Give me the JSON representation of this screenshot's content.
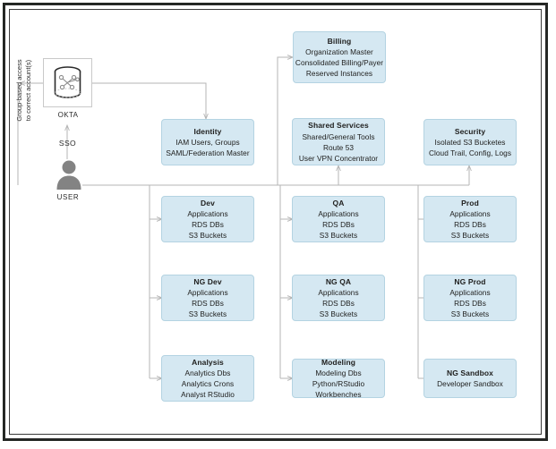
{
  "diagram": {
    "title": "AWS multi-account architecture",
    "colors": {
      "node_fill": "#d5e8f2",
      "node_border": "#b4d3e2",
      "wire": "#b5b5b5",
      "frame": "#2b2b2b",
      "icon_gray": "#808080"
    },
    "left_column": {
      "okta_icon": "database-network-icon",
      "okta_label": "OKTA",
      "sso_label": "SSO",
      "user_icon": "person-icon",
      "user_label": "USER",
      "side_note_line1": "Group-based access",
      "side_note_line2": "to correct account(s)"
    },
    "nodes": [
      {
        "id": "billing",
        "title": "Billing",
        "lines": [
          "Organization Master",
          "Consolidated Billing/Payer",
          "Reserved Instances"
        ]
      },
      {
        "id": "identity",
        "title": "Identity",
        "lines": [
          "IAM Users, Groups",
          "SAML/Federation Master"
        ]
      },
      {
        "id": "shared-services",
        "title": "Shared Services",
        "lines": [
          "Shared/General Tools",
          "Route 53",
          "User VPN Concentrator"
        ]
      },
      {
        "id": "security",
        "title": "Security",
        "lines": [
          "Isolated S3 Bucketes",
          "Cloud Trail, Config, Logs"
        ]
      },
      {
        "id": "dev",
        "title": "Dev",
        "lines": [
          "Applications",
          "RDS DBs",
          "S3 Buckets"
        ]
      },
      {
        "id": "qa",
        "title": "QA",
        "lines": [
          "Applications",
          "RDS DBs",
          "S3 Buckets"
        ]
      },
      {
        "id": "prod",
        "title": "Prod",
        "lines": [
          "Applications",
          "RDS DBs",
          "S3 Buckets"
        ]
      },
      {
        "id": "ng-dev",
        "title": "NG Dev",
        "lines": [
          "Applications",
          "RDS DBs",
          "S3 Buckets"
        ]
      },
      {
        "id": "ng-qa",
        "title": "NG QA",
        "lines": [
          "Applications",
          "RDS DBs",
          "S3 Buckets"
        ]
      },
      {
        "id": "ng-prod",
        "title": "NG Prod",
        "lines": [
          "Applications",
          "RDS DBs",
          "S3 Buckets"
        ]
      },
      {
        "id": "analysis",
        "title": "Analysis",
        "lines": [
          "Analytics Dbs",
          "Analytics Crons",
          "Analyst RStudio"
        ]
      },
      {
        "id": "modeling",
        "title": "Modeling",
        "lines": [
          "Modeling Dbs",
          "Python/RStudio Workbenches"
        ]
      },
      {
        "id": "ng-sandbox",
        "title": "NG Sandbox",
        "lines": [
          "Developer Sandbox"
        ]
      }
    ]
  }
}
